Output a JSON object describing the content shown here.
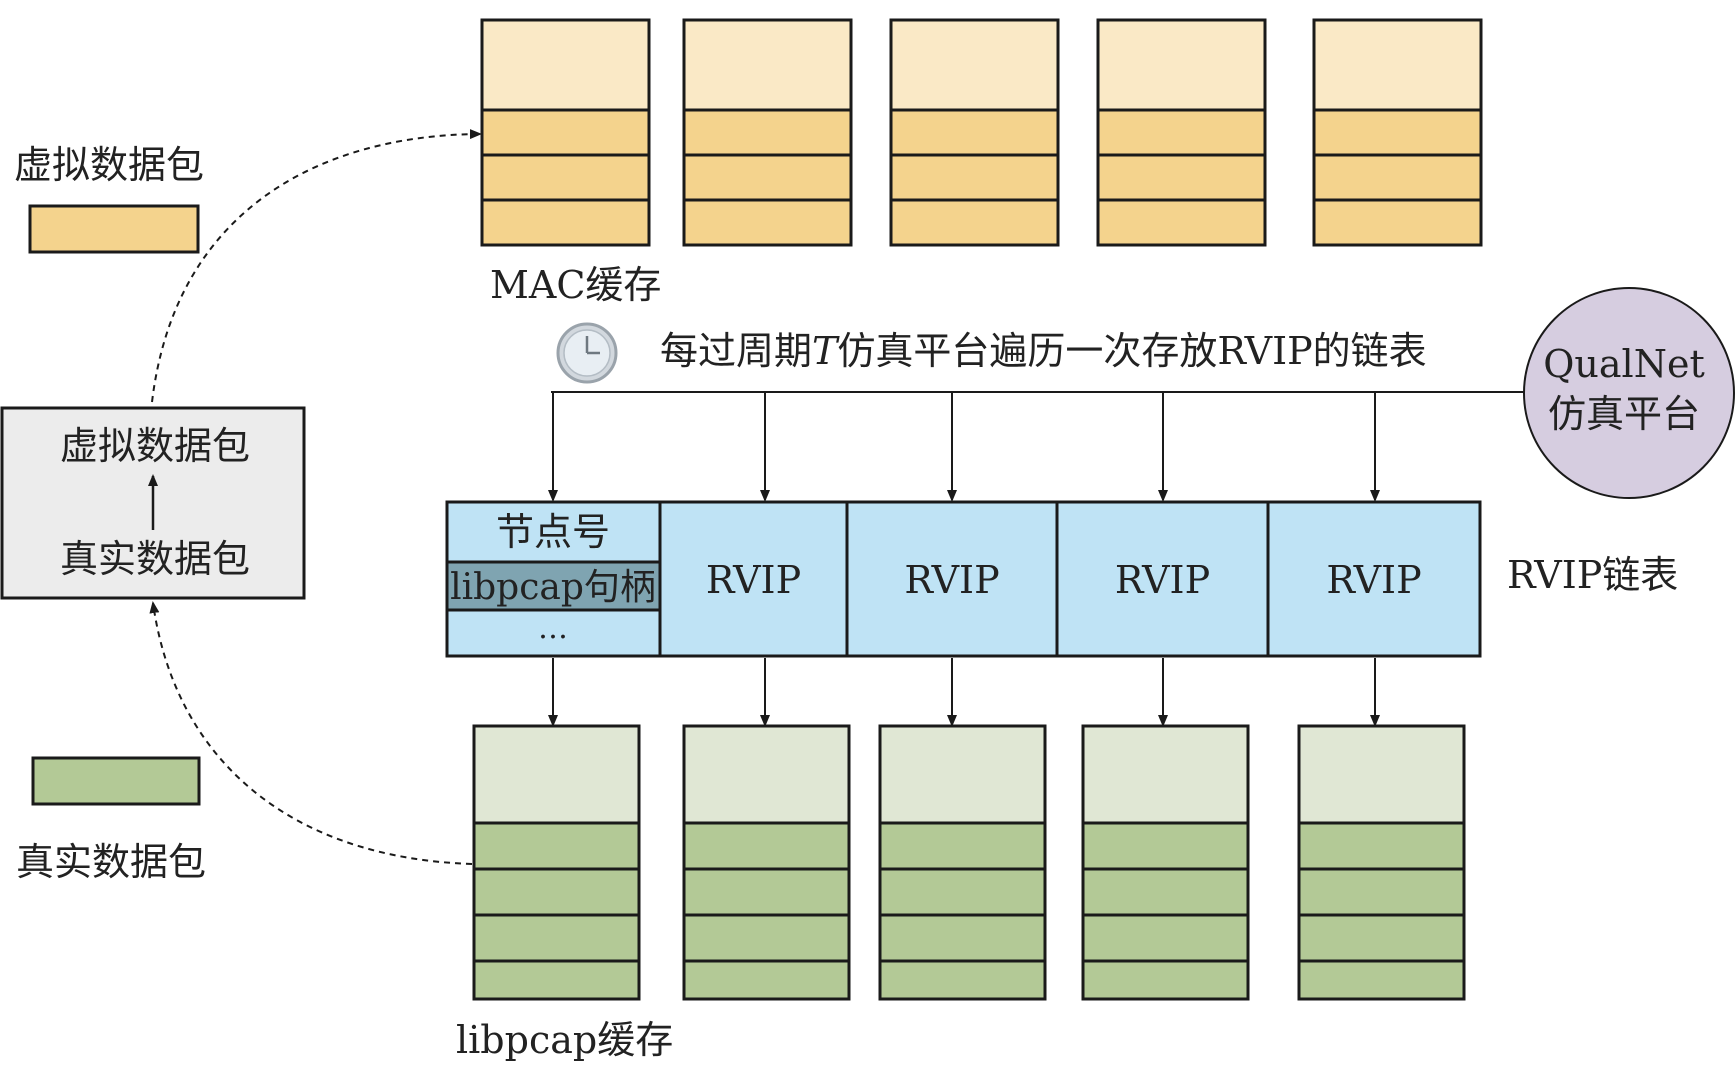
{
  "labels": {
    "legend_virtual": "虚拟数据包",
    "legend_real": "真实数据包",
    "mac_cache": "MAC缓存",
    "libpcap_cache": "libpcap缓存",
    "cycle_prefix": "每过周期",
    "cycle_T": "T",
    "cycle_suffix": "仿真平台遍历一次存放RVIP的链表",
    "qualnet_line1": "QualNet",
    "qualnet_line2": "仿真平台",
    "rvip_list": "RVIP链表",
    "converter_top": "虚拟数据包",
    "converter_bottom": "真实数据包",
    "node_number": "节点号",
    "libpcap_handle": "libpcap句柄",
    "ellipsis": "…",
    "rvip_cells": [
      "RVIP",
      "RVIP",
      "RVIP",
      "RVIP"
    ]
  },
  "icons": {
    "clock": "clock-icon"
  },
  "colors": {
    "virtual_light": "#FAE9C6",
    "virtual_dark": "#F4D38D",
    "real_light": "#E0E7D4",
    "real_dark": "#B3C996",
    "rvip_fill": "#BFE3F5",
    "handle_fill": "#7FA4B1",
    "qualnet_fill": "#D6CDE0",
    "converter_fill": "#ECECEC",
    "stroke": "#1a1a1a"
  }
}
